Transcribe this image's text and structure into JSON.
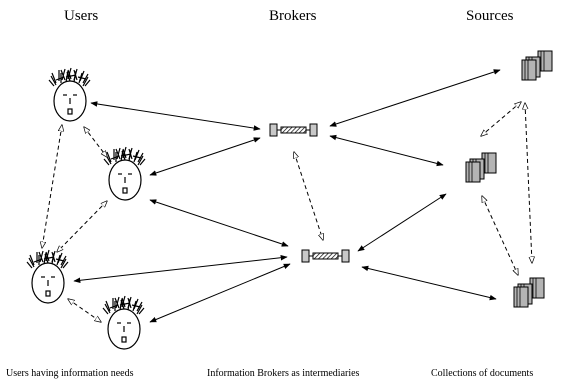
{
  "columns": {
    "users": "Users",
    "brokers": "Brokers",
    "sources": "Sources"
  },
  "captions": {
    "users": "Users having information needs",
    "brokers": "Information Brokers as intermediaries",
    "sources": "Collections of documents"
  }
}
